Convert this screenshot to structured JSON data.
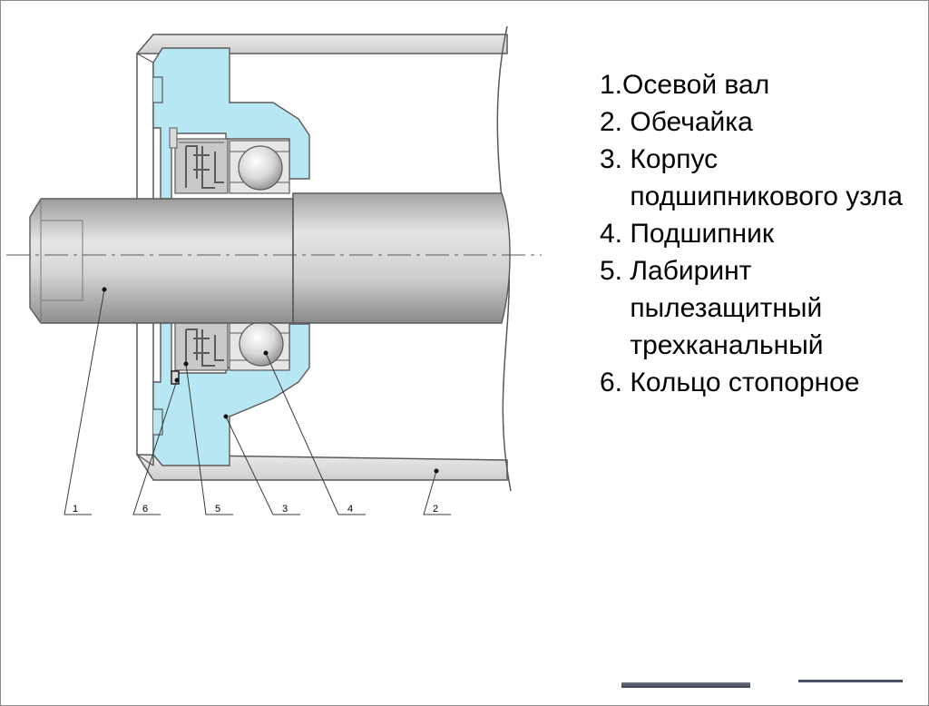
{
  "legend": {
    "items": [
      {
        "num": "1.",
        "text": "Осевой вал"
      },
      {
        "num": "2. ",
        "text": "Обечайка"
      },
      {
        "num": "3. ",
        "text": "Корпус подшипникового узла"
      },
      {
        "num": "4. ",
        "text": "Подшипник"
      },
      {
        "num": "5. ",
        "text": "Лабиринт пылезащитный трехканальный"
      },
      {
        "num": "6. ",
        "text": "Кольцо стопорное"
      }
    ]
  },
  "callouts": [
    "1",
    "6",
    "5",
    "3",
    "4",
    "2"
  ],
  "colors": {
    "housing": "#b7e7f3",
    "shaft": "#c9c9c9",
    "outline": "#5a5a5a",
    "background": "#ffffff"
  }
}
